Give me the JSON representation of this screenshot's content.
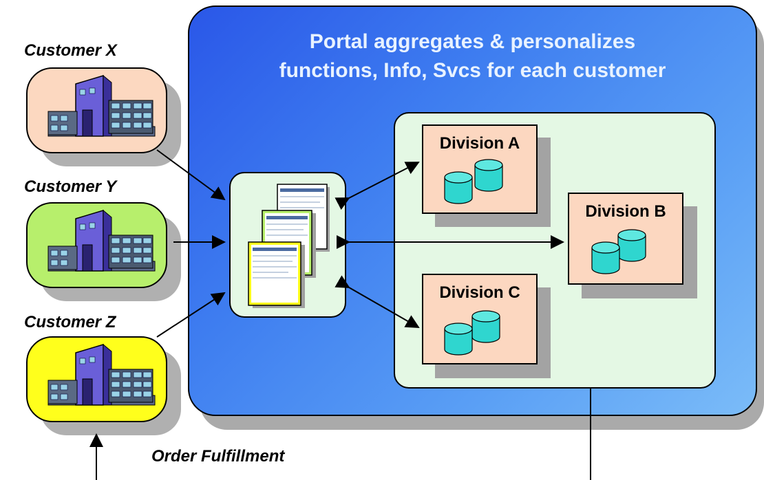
{
  "portal": {
    "title_line1": "Portal aggregates & personalizes",
    "title_line2": "functions, Info, Svcs for each customer"
  },
  "customers": [
    {
      "label": "Customer X",
      "color": "#fcd8c0"
    },
    {
      "label": "Customer Y",
      "color": "#b7ef6c"
    },
    {
      "label": "Customer Z",
      "color": "#ffff1c"
    }
  ],
  "divisions": [
    {
      "label": "Division A"
    },
    {
      "label": "Division B"
    },
    {
      "label": "Division C"
    }
  ],
  "footer": {
    "order_label": "Order Fulfillment"
  },
  "colors": {
    "portal_blue": "#3e7df0",
    "panel_green": "#e4f8e4",
    "division_fill": "#fcd7c0",
    "cylinder": "#2fd6cf"
  }
}
